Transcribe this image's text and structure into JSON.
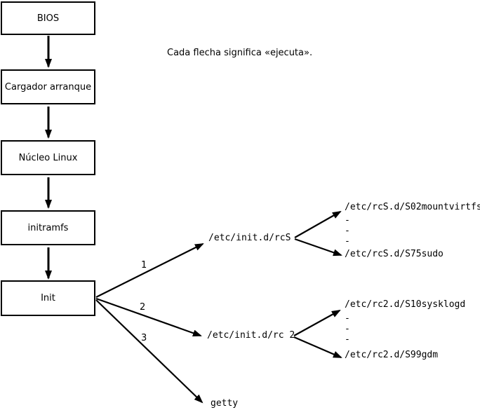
{
  "note": "Cada flecha significa «ejecuta».",
  "colors": {
    "line": "#000000",
    "background": "#ffffff",
    "text": "#000000"
  },
  "boot_sequence": {
    "boxes": [
      {
        "label": "BIOS"
      },
      {
        "label": "Cargador arranque"
      },
      {
        "label": "Núcleo Linux"
      },
      {
        "label": "initramfs"
      },
      {
        "label": "Init"
      }
    ]
  },
  "init_execs": [
    {
      "order": "1",
      "target": "/etc/init.d/rcS",
      "scripts": {
        "first": "/etc/rcS.d/S02mountvirtfs",
        "ellipsis": [
          "-",
          "-",
          "-"
        ],
        "last": "/etc/rcS.d/S75sudo"
      }
    },
    {
      "order": "2",
      "target": "/etc/init.d/rc 2",
      "scripts": {
        "first": "/etc/rc2.d/S10sysklogd",
        "ellipsis": [
          "-",
          "-",
          "-"
        ],
        "last": "/etc/rc2.d/S99gdm"
      }
    },
    {
      "order": "3",
      "target": "getty"
    }
  ]
}
